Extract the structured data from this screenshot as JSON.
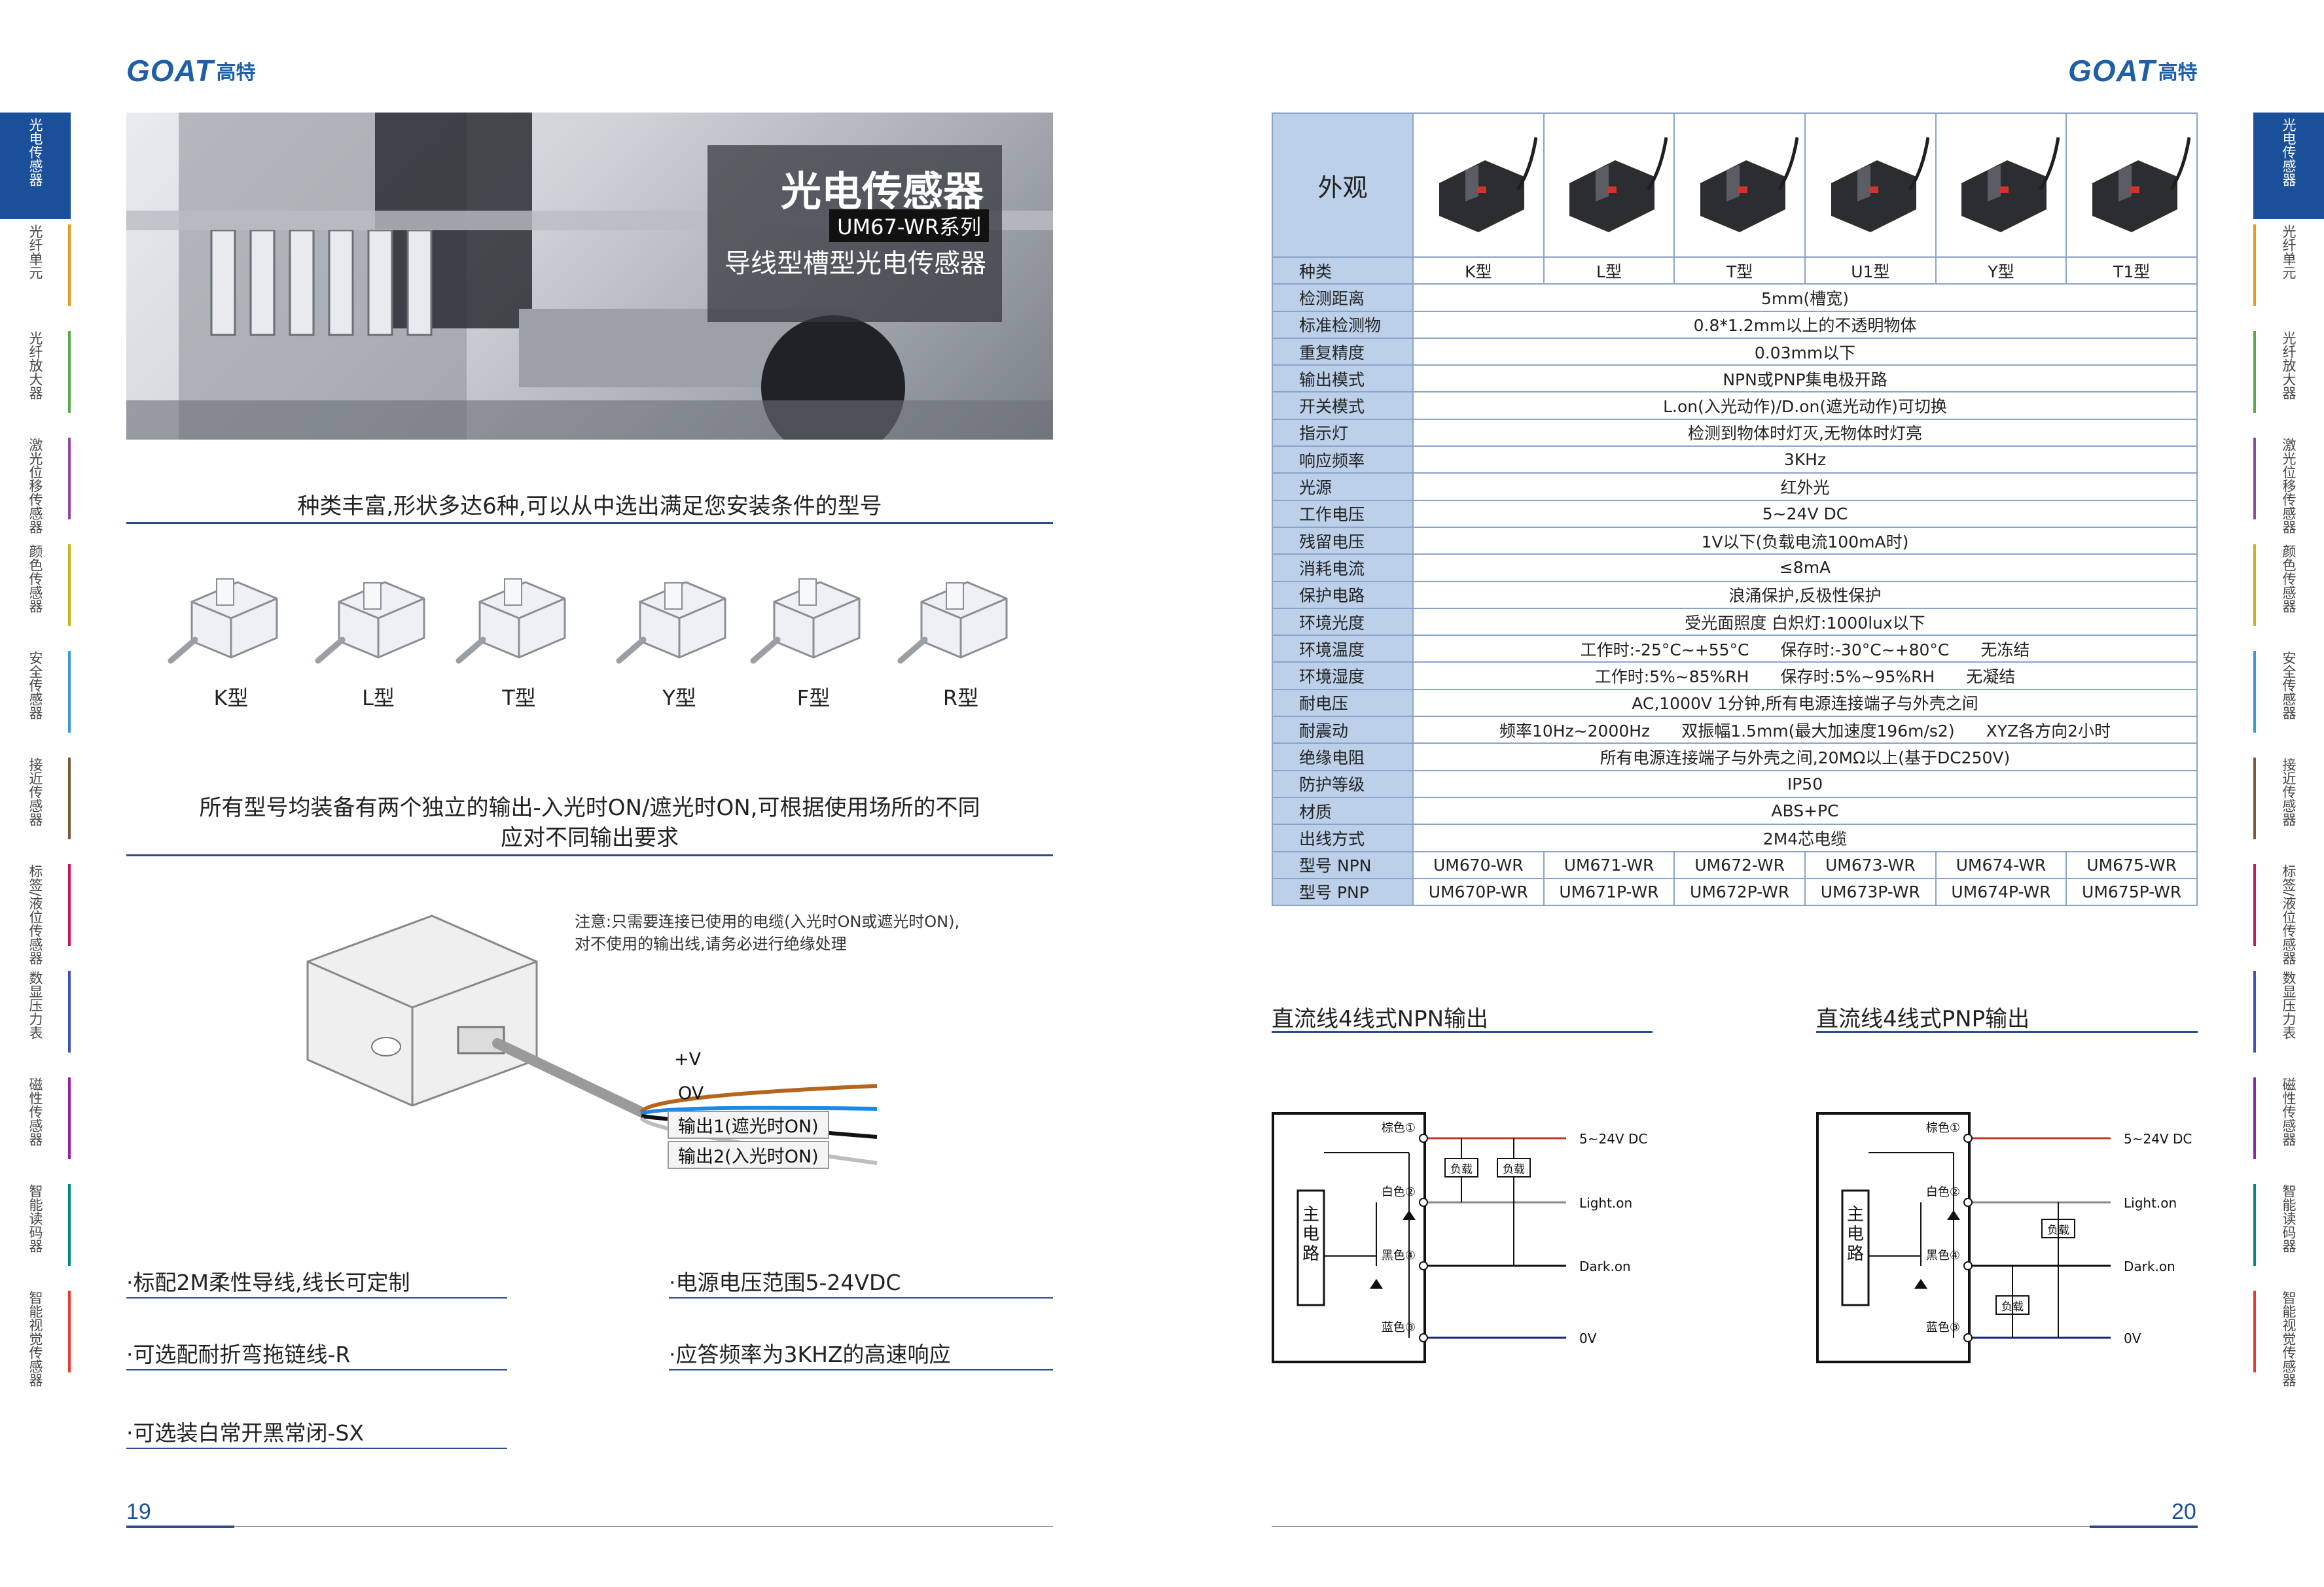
{
  "brand": {
    "en": "GOAT",
    "cn": "高特",
    "color": "#1f5fa8"
  },
  "side_tabs": [
    "光电传感器",
    "光纤单元",
    "光纤放大器",
    "激光位移传感器",
    "颜色传感器",
    "安全传感器",
    "接近传感器",
    "标签/液位传感器",
    "数显压力表",
    "磁性传感器",
    "智能读码器",
    "智能视觉传感器"
  ],
  "side_tab_colors": [
    "#1a4f99",
    "#e69a1e",
    "#5aa84a",
    "#8c4a9e",
    "#c9b21e",
    "#3a9ad9",
    "#7a5a3a",
    "#c2185b",
    "#3f51b5",
    "#8e24aa",
    "#00897b",
    "#e53935"
  ],
  "left": {
    "hero": {
      "title": "光电传感器",
      "series": "UM67-WR系列",
      "subtitle": "导线型槽型光电传感器"
    },
    "heading1": "种类丰富,形状多达6种,可以从中选出满足您安装条件的型号",
    "shapes": [
      "K型",
      "L型",
      "T型",
      "Y型",
      "F型",
      "R型"
    ],
    "heading2_line1": "所有型号均装备有两个独立的输出-入光时ON/遮光时ON,可根据使用场所的不同",
    "heading2_line2": "应对不同输出要求",
    "note_line1": "注意:只需要连接已使用的电缆(入光时ON或遮光时ON),",
    "note_line2": "对不使用的输出线,请务必进行绝缘处理",
    "wires": {
      "vplus": "+V",
      "zero": "OV",
      "out1": "输出1(遮光时ON)",
      "out2": "输出2(入光时ON)"
    },
    "features": [
      "·标配2M柔性导线,线长可定制",
      "·电源电压范围5-24VDC",
      "·可选配耐折弯拖链线-R",
      "·应答频率为3KHZ的高速响应",
      "·可选装白常开黑常闭-SX"
    ],
    "page_number": "19"
  },
  "right": {
    "table": {
      "appearance_label": "外观",
      "type_label": "种类",
      "types": [
        "K型",
        "L型",
        "T型",
        "U1型",
        "Y型",
        "T1型"
      ],
      "rows": [
        {
          "label": "检测距离",
          "value": "5mm(槽宽)"
        },
        {
          "label": "标准检测物",
          "value": "0.8*1.2mm以上的不透明物体"
        },
        {
          "label": "重复精度",
          "value": "0.03mm以下"
        },
        {
          "label": "输出模式",
          "value": "NPN或PNP集电极开路"
        },
        {
          "label": "开关模式",
          "value": "L.on(入光动作)/D.on(遮光动作)可切换"
        },
        {
          "label": "指示灯",
          "value": "检测到物体时灯灭,无物体时灯亮"
        },
        {
          "label": "响应频率",
          "value": "3KHz"
        },
        {
          "label": "光源",
          "value": "红外光"
        },
        {
          "label": "工作电压",
          "value": "5~24V DC"
        },
        {
          "label": "残留电压",
          "value": "1V以下(负载电流100mA时)"
        },
        {
          "label": "消耗电流",
          "value": "≤8mA"
        },
        {
          "label": "保护电路",
          "value": "浪涌保护,反极性保护"
        },
        {
          "label": "环境光度",
          "value": "受光面照度 白炽灯:1000lux以下"
        }
      ],
      "rows_multi": [
        {
          "label": "环境温度",
          "parts": [
            "工作时:-25°C~+55°C",
            "保存时:-30°C~+80°C",
            "无冻结"
          ]
        },
        {
          "label": "环境湿度",
          "parts": [
            "工作时:5%~85%RH",
            "保存时:5%~95%RH",
            "无凝结"
          ]
        }
      ],
      "rows2": [
        {
          "label": "耐电压",
          "value": "AC,1000V 1分钟,所有电源连接端子与外壳之间"
        }
      ],
      "vibration": {
        "label": "耐震动",
        "parts": [
          "频率10Hz~2000Hz",
          "双振幅1.5mm(最大加速度196m/s2)",
          "XYZ各方向2小时"
        ]
      },
      "rows3": [
        {
          "label": "绝缘电阻",
          "value": "所有电源连接端子与外壳之间,20MΩ以上(基于DC250V)"
        },
        {
          "label": "防护等级",
          "value": "IP50"
        },
        {
          "label": "材质",
          "value": "ABS+PC"
        },
        {
          "label": "出线方式",
          "value": "2M4芯电缆"
        }
      ],
      "npn_label": "型号 NPN",
      "npn_models": [
        "UM670-WR",
        "UM671-WR",
        "UM672-WR",
        "UM673-WR",
        "UM674-WR",
        "UM675-WR"
      ],
      "pnp_label": "型号 PNP",
      "pnp_models": [
        "UM670P-WR",
        "UM671P-WR",
        "UM672P-WR",
        "UM673P-WR",
        "UM674P-WR",
        "UM675P-WR"
      ]
    },
    "circuit_npn": {
      "title": "直流线4线式NPN输出",
      "main": "主电路",
      "wire_brown": "棕色①",
      "wire_white": "白色②",
      "wire_black": "黑色④",
      "wire_blue": "蓝色③",
      "load": "负载",
      "v": "5~24V DC",
      "light": "Light.on",
      "dark": "Dark.on",
      "zero": "0V"
    },
    "circuit_pnp": {
      "title": "直流线4线式PNP输出",
      "main": "主电路",
      "wire_brown": "棕色①",
      "wire_white": "白色②",
      "wire_black": "黑色④",
      "wire_blue": "蓝色③",
      "load": "负载",
      "v": "5~24V DC",
      "light": "Light.on",
      "dark": "Dark.on",
      "zero": "0V"
    },
    "page_number": "20"
  }
}
